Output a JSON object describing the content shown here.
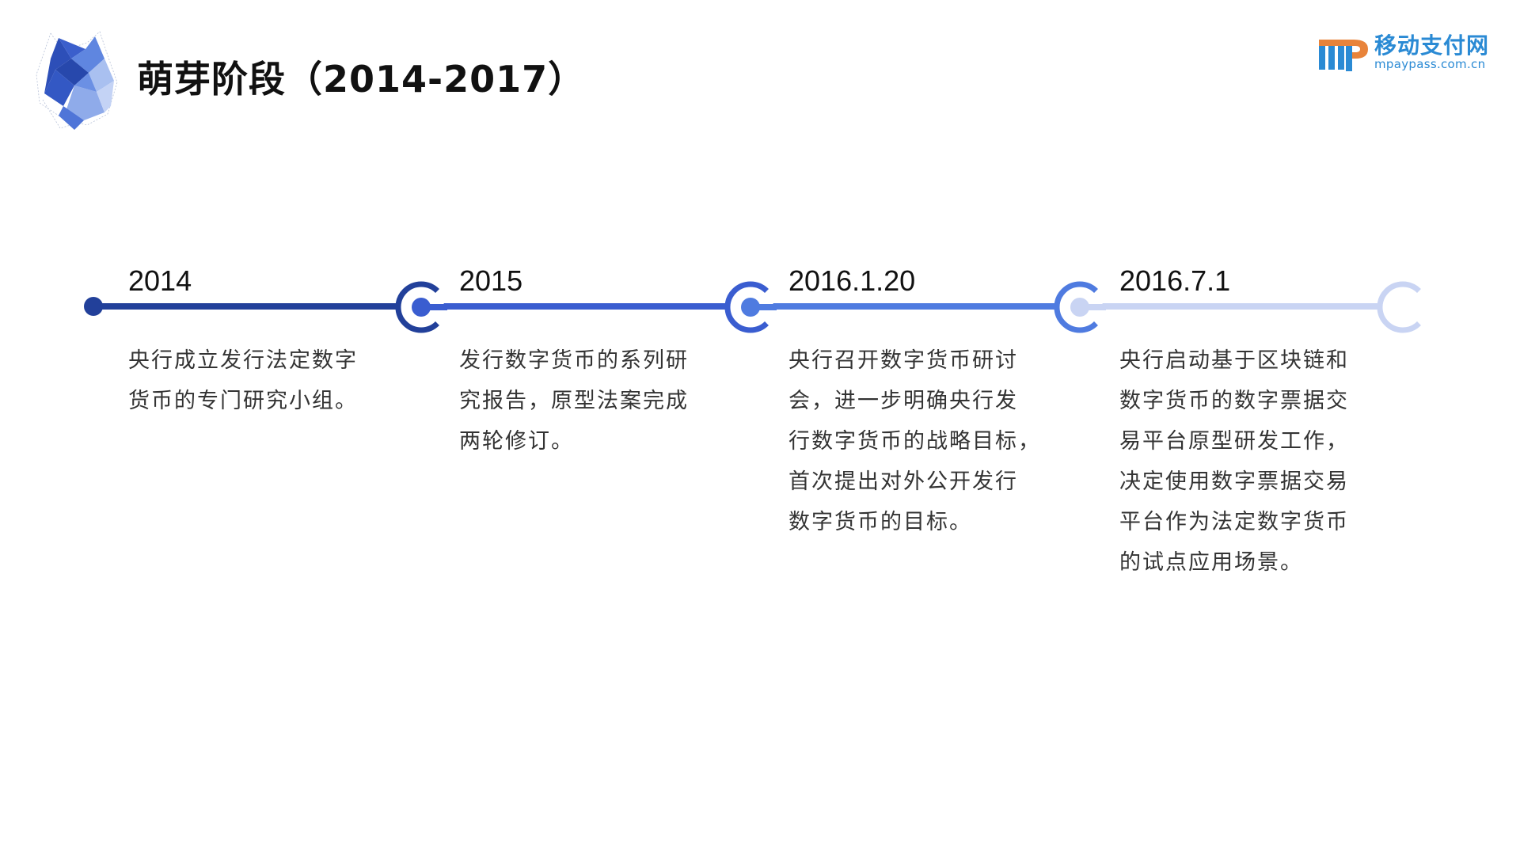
{
  "header": {
    "title": "萌芽阶段（2014-2017）",
    "decoration_icon": "crystal-polyhedron-icon"
  },
  "logo": {
    "mark": "mP",
    "name_cn": "移动支付网",
    "domain": "mpaypass.com.cn",
    "colors": {
      "blue": "#2a8ad4",
      "orange": "#e8833a"
    }
  },
  "timeline": {
    "colors": {
      "segment_1": "#22409a",
      "segment_2": "#3a5dd0",
      "segment_3": "#4f7be0",
      "segment_4": "#c9d4f3",
      "node_1_ring": "#22409a",
      "node_1_dot": "#3a5dd0",
      "node_2_ring": "#3a5dd0",
      "node_2_dot": "#4f7be0",
      "node_3_ring": "#4f7be0",
      "node_3_dot": "#c9d4f3",
      "end_ring": "#c9d4f3"
    },
    "events": [
      {
        "date": "2014",
        "lines": [
          "央行成立发行法定数字",
          "货币的专门研究小组。"
        ]
      },
      {
        "date": "2015",
        "lines": [
          "发行数字货币的系列研",
          "究报告，原型法案完成",
          "两轮修订。"
        ]
      },
      {
        "date": "2016.1.20",
        "lines": [
          "央行召开数字货币研讨",
          "会，进一步明确央行发",
          "行数字货币的战略目标，",
          "首次提出对外公开发行",
          "数字货币的目标。"
        ]
      },
      {
        "date": "2016.7.1",
        "lines": [
          "央行启动基于区块链和",
          "数字货币的数字票据交",
          "易平台原型研发工作，",
          "决定使用数字票据交易",
          "平台作为法定数字货币",
          "的试点应用场景。"
        ]
      }
    ]
  }
}
